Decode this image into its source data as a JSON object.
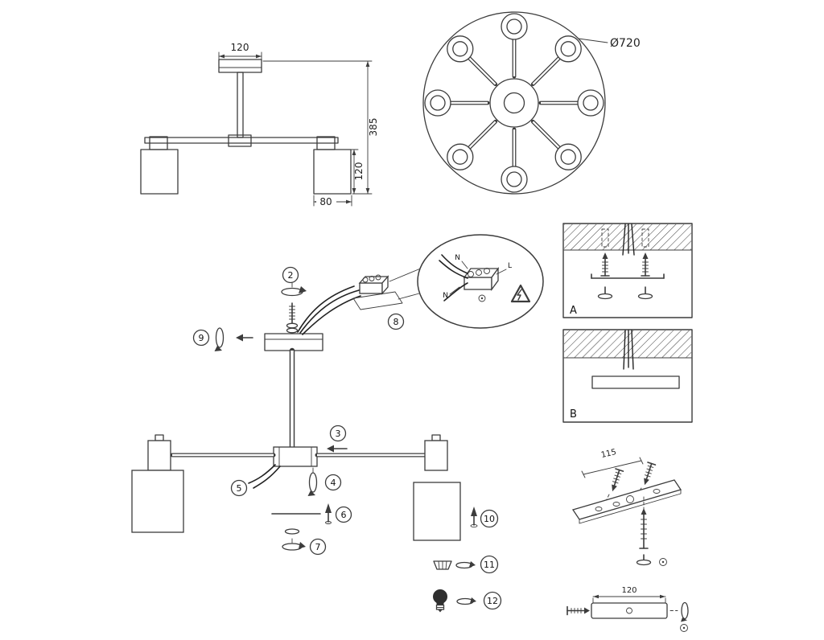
{
  "side_view": {
    "canopy_width": "120",
    "total_height": "385",
    "shade_height": "120",
    "shade_diameter": "80"
  },
  "top_view": {
    "diameter": "Ø720"
  },
  "exploded": {
    "steps": {
      "s2": "2",
      "s3": "3",
      "s4": "4",
      "s5": "5",
      "s6": "6",
      "s7": "7",
      "s8": "8",
      "s9": "9",
      "s10": "10",
      "s11": "11",
      "s12": "12"
    },
    "wiring": {
      "n_top": "N",
      "l_label": "L",
      "n_bottom": "N"
    }
  },
  "mounting": {
    "option_a": "A",
    "option_b": "B",
    "bracket_width": "115",
    "bar_width": "120"
  }
}
